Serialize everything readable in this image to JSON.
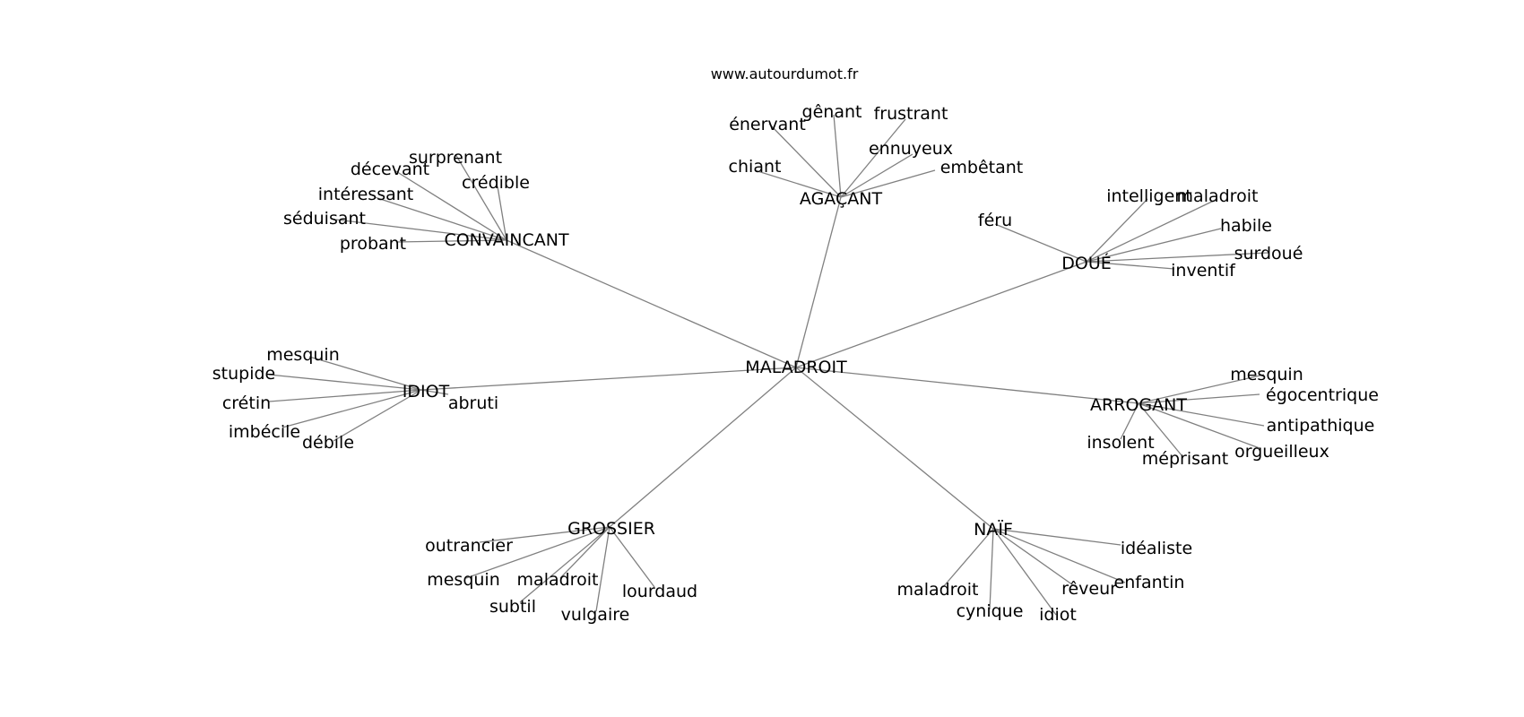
{
  "credit": "www.autourdumot.fr",
  "center": "MALADROIT",
  "edge_color": "#808080",
  "groups": [
    {
      "label": "AGAÇANT",
      "words": [
        "gênant",
        "frustrant",
        "énervant",
        "ennuyeux",
        "chiant",
        "embêtant"
      ]
    },
    {
      "label": "CONVAINCANT",
      "words": [
        "surprenant",
        "décevant",
        "crédible",
        "intéressant",
        "séduisant",
        "probant"
      ]
    },
    {
      "label": "DOUÉ",
      "words": [
        "intelligent",
        "maladroit",
        "féru",
        "habile",
        "surdoué",
        "inventif"
      ]
    },
    {
      "label": "IDIOT",
      "words": [
        "mesquin",
        "stupide",
        "crétin",
        "abruti",
        "imbécile",
        "débile"
      ]
    },
    {
      "label": "ARROGANT",
      "words": [
        "mesquin",
        "égocentrique",
        "antipathique",
        "insolent",
        "orgueilleux",
        "méprisant"
      ]
    },
    {
      "label": "GROSSIER",
      "words": [
        "outrancier",
        "mesquin",
        "maladroit",
        "lourdaud",
        "subtil",
        "vulgaire"
      ]
    },
    {
      "label": "NAÏF",
      "words": [
        "idéaliste",
        "enfantin",
        "rêveur",
        "maladroit",
        "cynique",
        "idiot"
      ]
    }
  ]
}
